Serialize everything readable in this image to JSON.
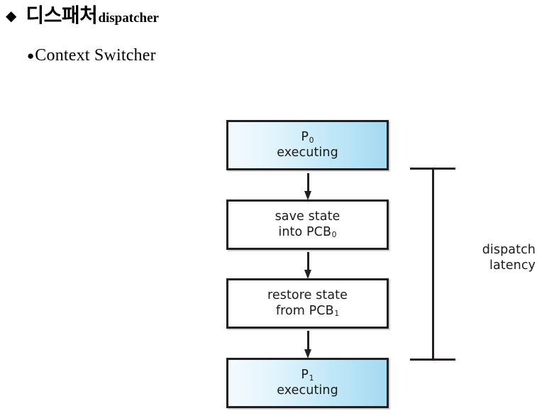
{
  "slide": {
    "title": {
      "bullet_glyph": "◆",
      "korean": "디스패처",
      "english": "dispatcher"
    },
    "bullets": [
      {
        "glyph": "●",
        "text": "Context Switcher"
      }
    ]
  },
  "diagram": {
    "type": "flowchart",
    "boxes": [
      {
        "id": "p0-executing",
        "style": "gradient-blue",
        "lines": [
          {
            "text": "P",
            "sub": "0"
          },
          {
            "text": "executing",
            "sub": ""
          }
        ]
      },
      {
        "id": "save-state",
        "style": "white",
        "lines": [
          {
            "text": "save state",
            "sub": ""
          },
          {
            "text": "into PCB",
            "sub": "0"
          }
        ]
      },
      {
        "id": "restore-state",
        "style": "white",
        "lines": [
          {
            "text": "restore state",
            "sub": ""
          },
          {
            "text": "from PCB",
            "sub": "1"
          }
        ]
      },
      {
        "id": "p1-executing",
        "style": "gradient-blue",
        "lines": [
          {
            "text": "P",
            "sub": "1"
          },
          {
            "text": "executing",
            "sub": ""
          }
        ]
      }
    ],
    "annotation": {
      "line1": "dispatch",
      "line2": "latency"
    },
    "colors": {
      "box_border": "#231f20",
      "gradient_start": "#f4fbfe",
      "gradient_end": "#a3d9f2",
      "text": "#1a1a1a",
      "arrow": "#231f20"
    }
  }
}
